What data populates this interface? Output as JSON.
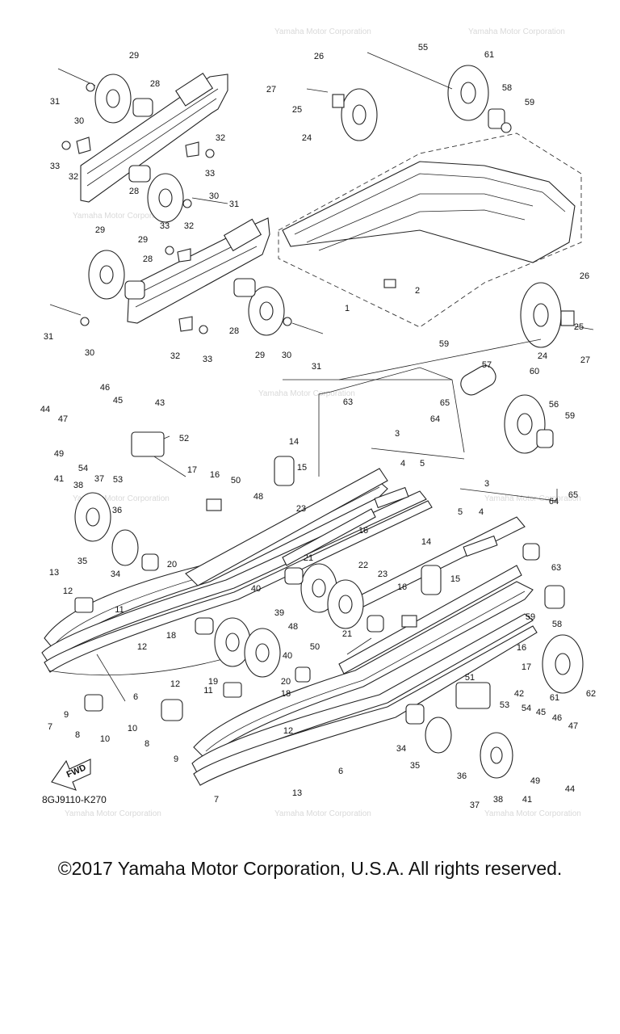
{
  "diagram": {
    "code": "8GJ9110-K270",
    "fwd_label": "FWD",
    "callouts": [
      "1",
      "2",
      "3",
      "4",
      "5",
      "6",
      "7",
      "8",
      "9",
      "10",
      "11",
      "12",
      "13",
      "14",
      "15",
      "16",
      "17",
      "18",
      "19",
      "20",
      "21",
      "22",
      "23",
      "24",
      "25",
      "26",
      "27",
      "28",
      "29",
      "30",
      "31",
      "32",
      "33",
      "34",
      "35",
      "36",
      "37",
      "38",
      "39",
      "40",
      "41",
      "42",
      "43",
      "44",
      "45",
      "46",
      "47",
      "48",
      "49",
      "50",
      "51",
      "52",
      "53",
      "54",
      "55",
      "56",
      "57",
      "58",
      "59",
      "60",
      "61",
      "62",
      "63",
      "64",
      "65"
    ],
    "watermark": "Yamaha Motor Corporation"
  },
  "footer": {
    "copyright": "©2017 Yamaha Motor Corporation, U.S.A. All rights reserved."
  }
}
